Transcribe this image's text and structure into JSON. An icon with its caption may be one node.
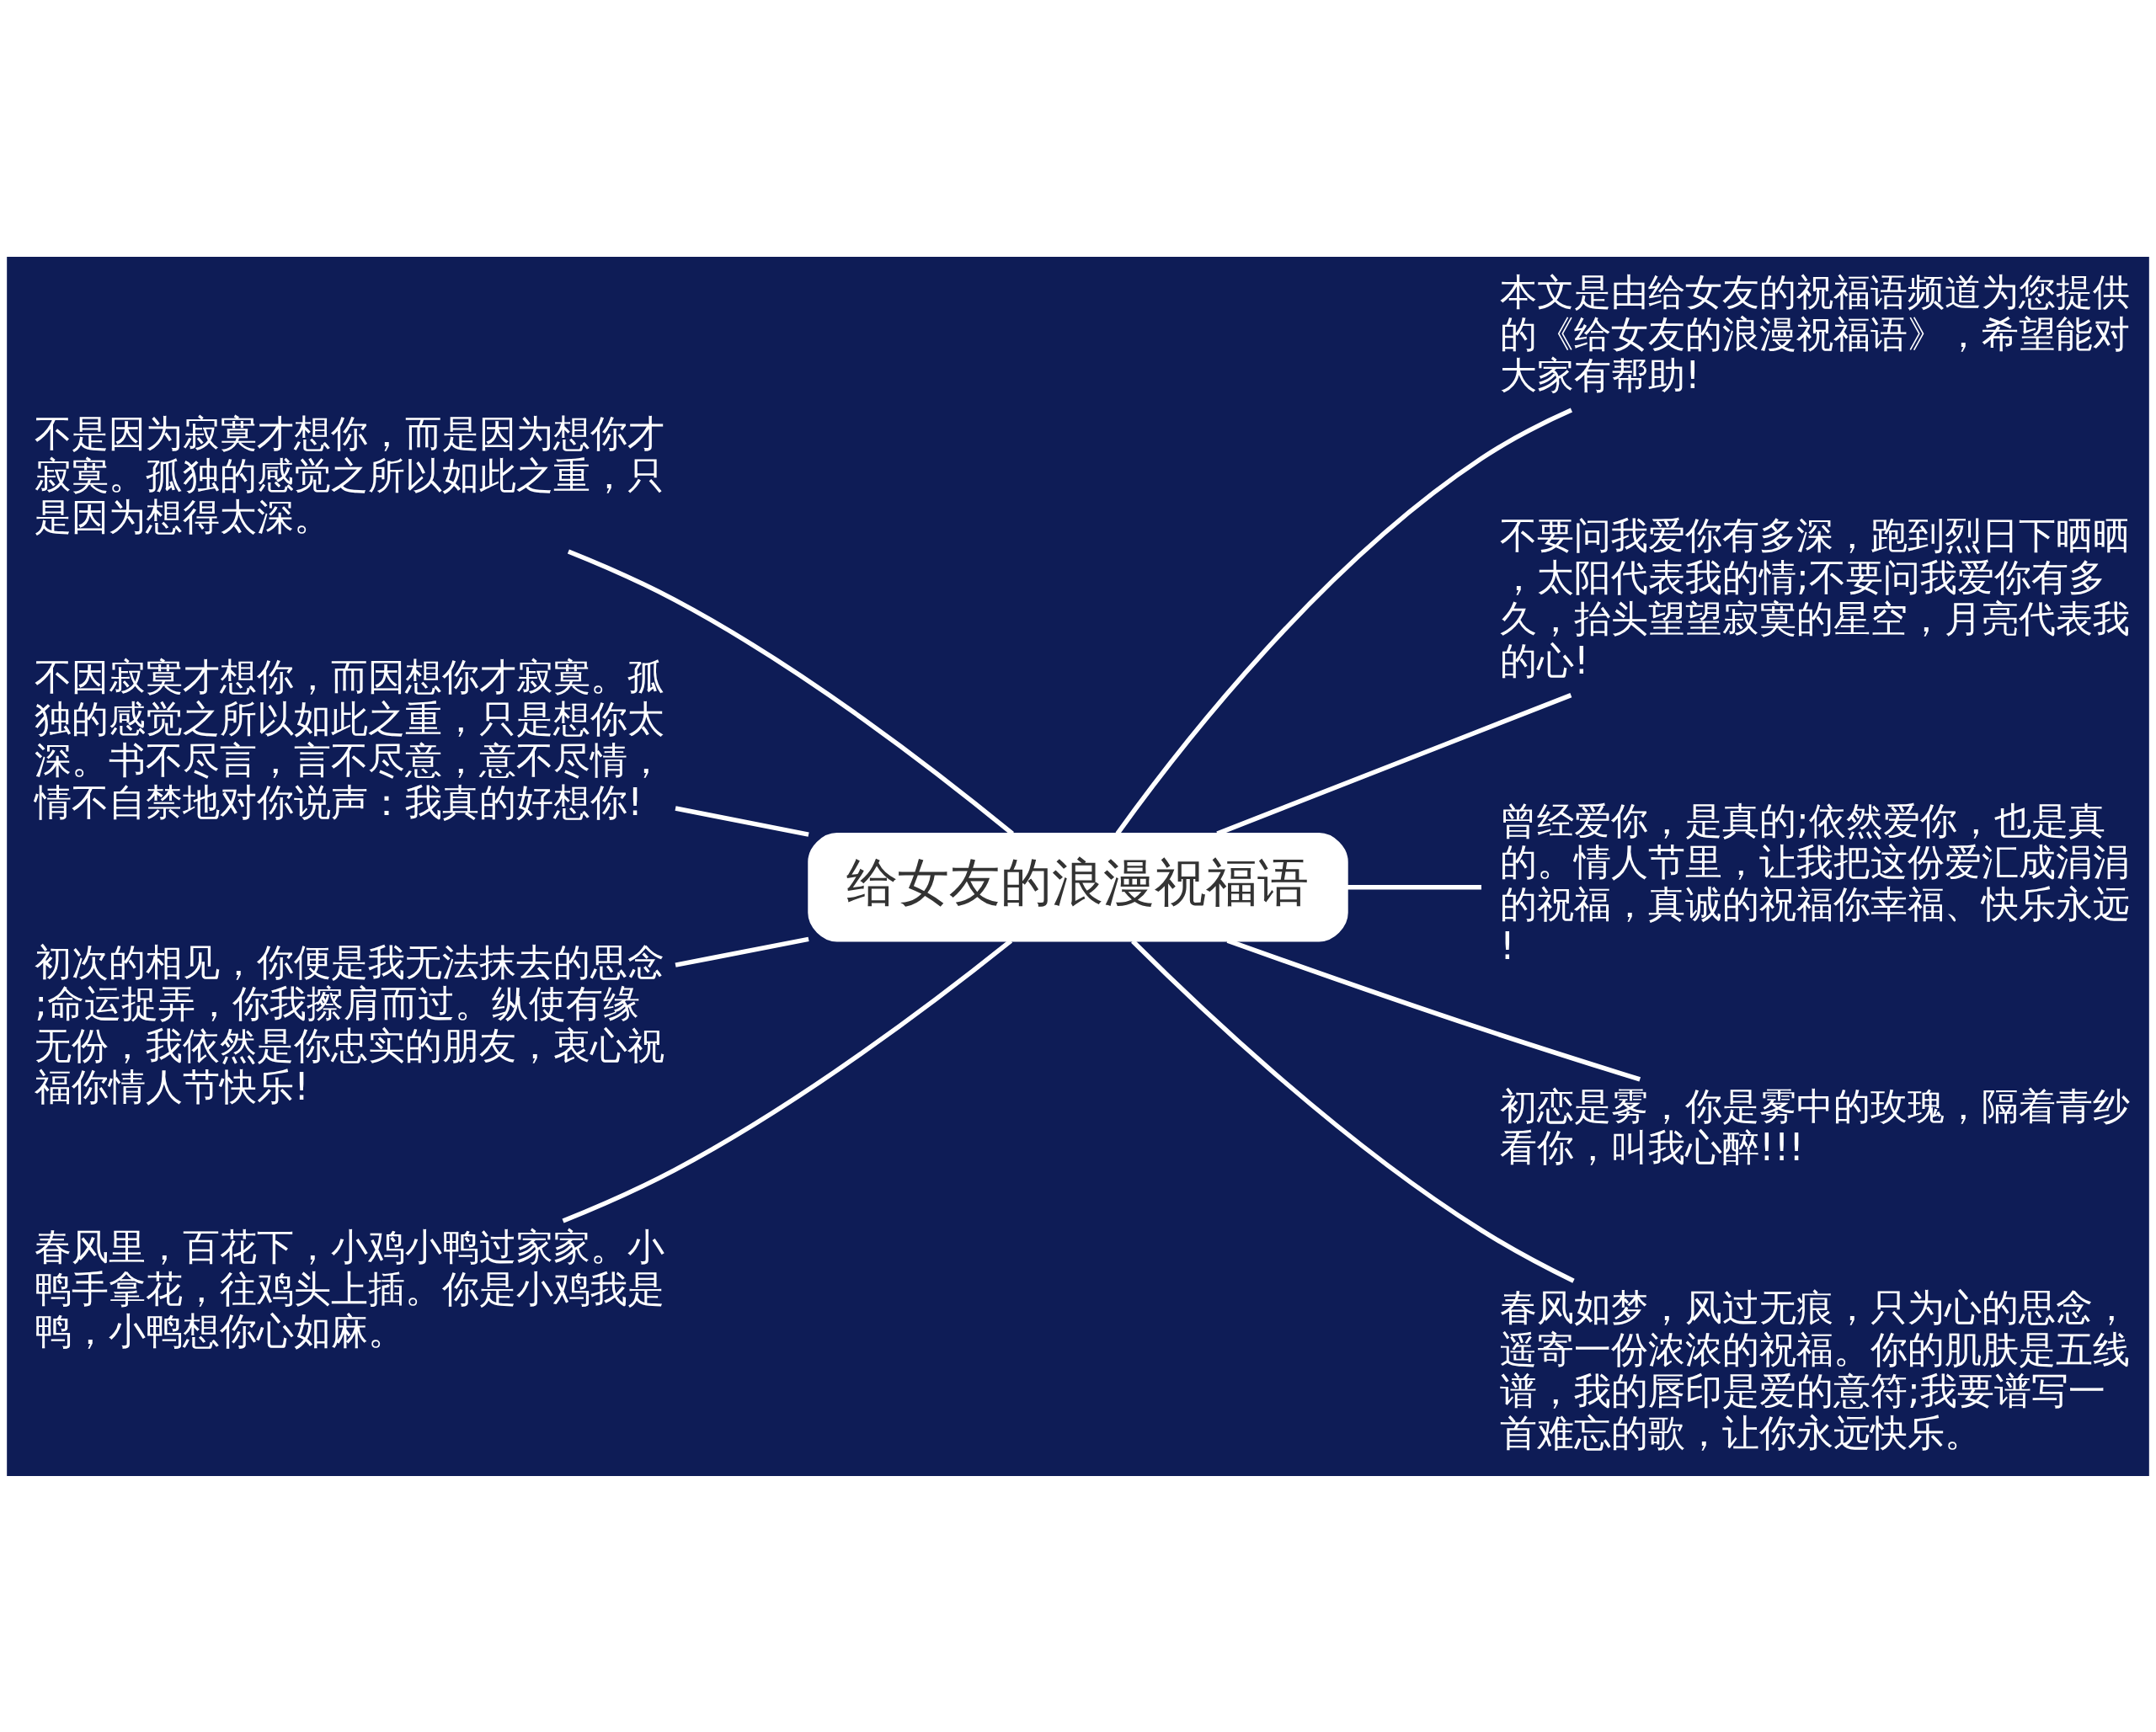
{
  "diagram": {
    "nodes": [
      {
        "text": [
          "给女友的浪漫祝福语"
        ]
      },
      {
        "text": [
          "不是因为寂寞才想你，而是因为想你才寂寞。孤独的感觉之所以如此之重，只是因为想得太深。"
        ]
      },
      {
        "text": [
          "不因寂寞才想你，而因想你才寂寞。孤独的感觉之所以如此之重，只是想你太深。书不尽言，言不尽意，意不尽情，情不自禁地对你说声：我真的好想你!"
        ]
      },
      {
        "text": [
          "初次的相见，你便是我无法抹去的思念;命运捉弄，你我擦肩而过。纵使有缘无份，我依然是你忠实的朋友，衷心祝福你情人节快乐!"
        ]
      },
      {
        "text": [
          "春风里，百花下，小鸡小鸭过家家。小鸭手拿花，往鸡头上插。你是小鸡我是鸭，小鸭想你心如麻。"
        ]
      },
      {
        "text": [
          "本文是由给女友的祝福语频道为您提供的《给女友的浪漫祝福语》，希望能对大家有帮助!"
        ]
      },
      {
        "text": [
          "不要问我爱你有多深，跑到烈日下晒晒，太阳代表我的情;不要问我爱你有多久，抬头望望寂寞的星空，月亮代表我的心!"
        ]
      },
      {
        "text": [
          "曾经爱你，是真的;依然爱你，也是真的。情人节里，让我把这份爱汇成涓涓的祝福，真诚的祝福你幸福、快乐永远!"
        ]
      },
      {
        "text": [
          "初恋是雾，你是雾中的玫瑰，隔着青纱看你，叫我心醉!!!"
        ]
      },
      {
        "text": [
          "春风如梦，风过无痕，只为心的思念，遥寄一份浓浓的祝福。你的肌肤是五线谱，我的唇印是爱的意符;我要谱写一首难忘的歌，让你永远快乐。"
        ]
      }
    ],
    "edges": [
      {
        "from": 0,
        "to": 1,
        "arrow": "none"
      },
      {
        "from": 0,
        "to": 2,
        "arrow": "none"
      },
      {
        "from": 0,
        "to": 3,
        "arrow": "none"
      },
      {
        "from": 0,
        "to": 4,
        "arrow": "none"
      },
      {
        "from": 0,
        "to": 5,
        "arrow": "none"
      },
      {
        "from": 0,
        "to": 6,
        "arrow": "none"
      },
      {
        "from": 0,
        "to": 7,
        "arrow": "none"
      },
      {
        "from": 0,
        "to": 8,
        "arrow": "none"
      },
      {
        "from": 0,
        "to": 9,
        "arrow": "none"
      }
    ]
  }
}
